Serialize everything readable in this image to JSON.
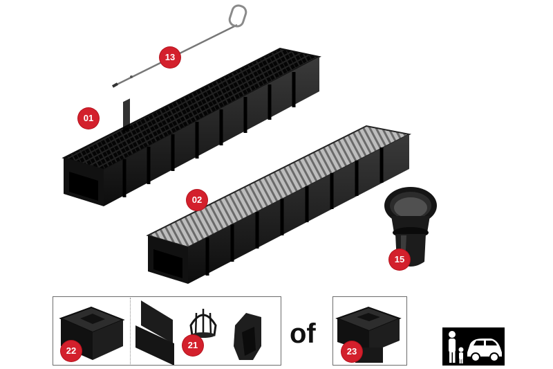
{
  "badges": {
    "rod": "13",
    "channel_black": "01",
    "channel_galv": "02",
    "outlet": "15",
    "end_box": "22",
    "accessory_set": "21",
    "pit": "23"
  },
  "separator_text": "of",
  "icons": {
    "rod": "cleaning-rod-icon",
    "load_class": "pedestrian-car-icon"
  },
  "colors": {
    "badge": "#d3202c",
    "product": "#1b1b1b",
    "grate_galv": "#9a9a9a",
    "frame": "#6b6b6b"
  }
}
